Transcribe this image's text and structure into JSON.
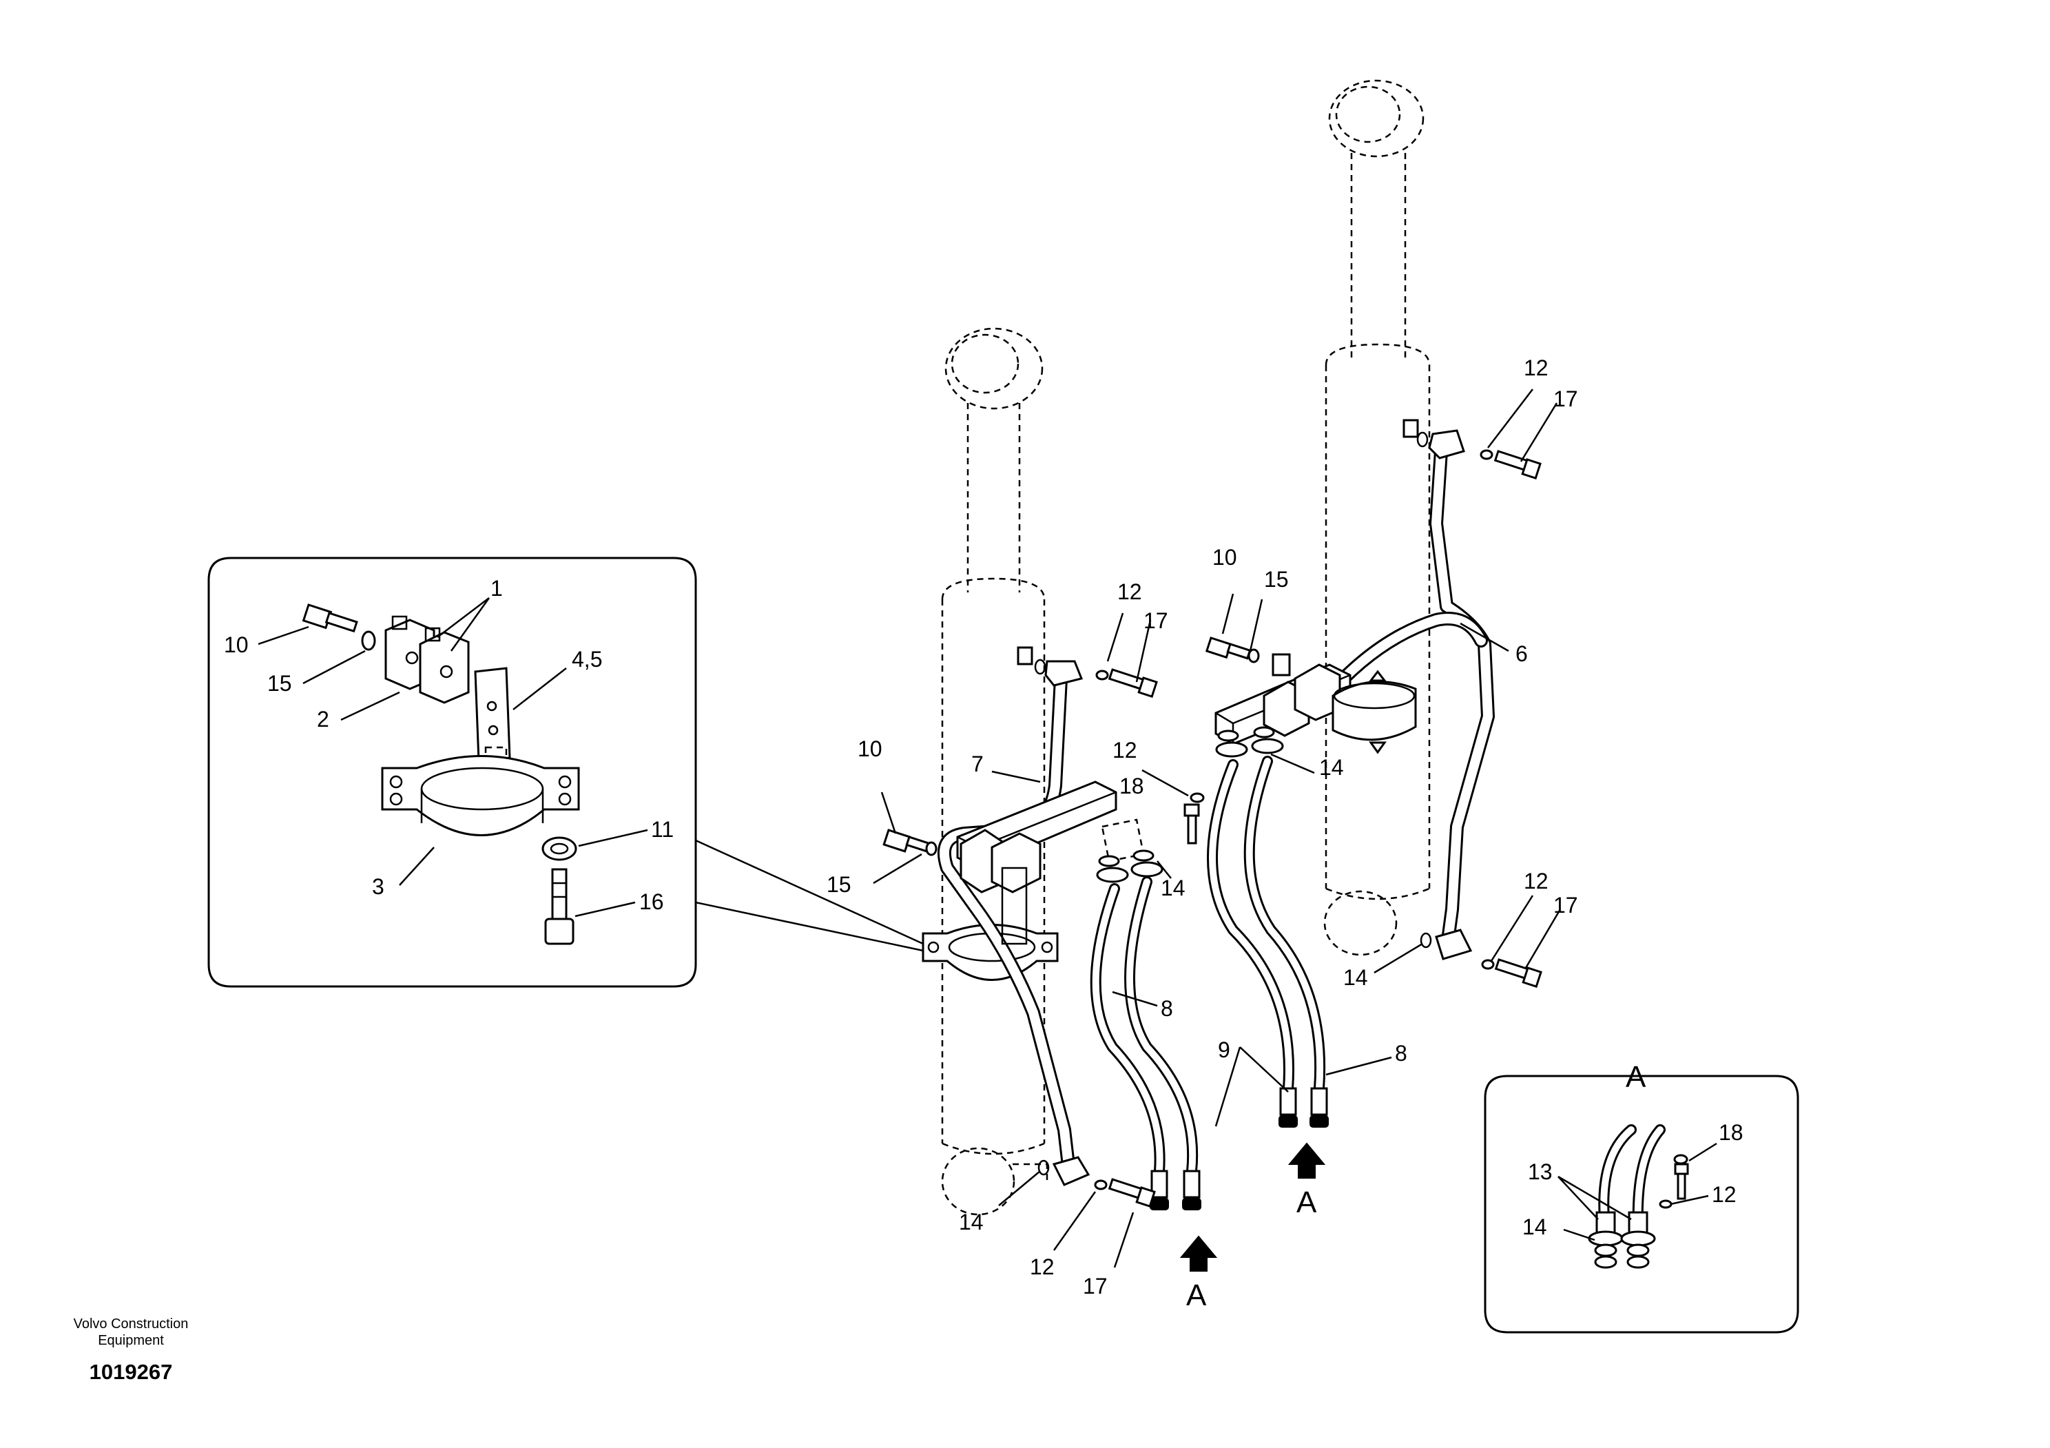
{
  "labels": {
    "d1": "1",
    "d2": "2",
    "d3": "3",
    "d45": "4,5",
    "d10": "10",
    "d11": "11",
    "d15": "15",
    "d16": "16",
    "m7": "7",
    "m10": "10",
    "m12a": "12",
    "m12b": "12",
    "m12c": "12",
    "m14a": "14",
    "m14b": "14",
    "m15": "15",
    "m17a": "17",
    "m17b": "17",
    "m18": "18",
    "m8a": "8",
    "m9": "9",
    "r6": "6",
    "r10": "10",
    "r12a": "12",
    "r12b": "12",
    "r14a": "14",
    "r14b": "14",
    "r15": "15",
    "r17a": "17",
    "r17b": "17",
    "r8": "8",
    "a12": "12",
    "a13": "13",
    "a14": "14",
    "a18": "18"
  },
  "view_markers": {
    "arrow_a_left": "A",
    "arrow_a_right": "A",
    "inset_a_title": "A"
  },
  "footer": {
    "company_line1": "Volvo Construction",
    "company_line2": "Equipment",
    "drawing_number": "1019267"
  }
}
